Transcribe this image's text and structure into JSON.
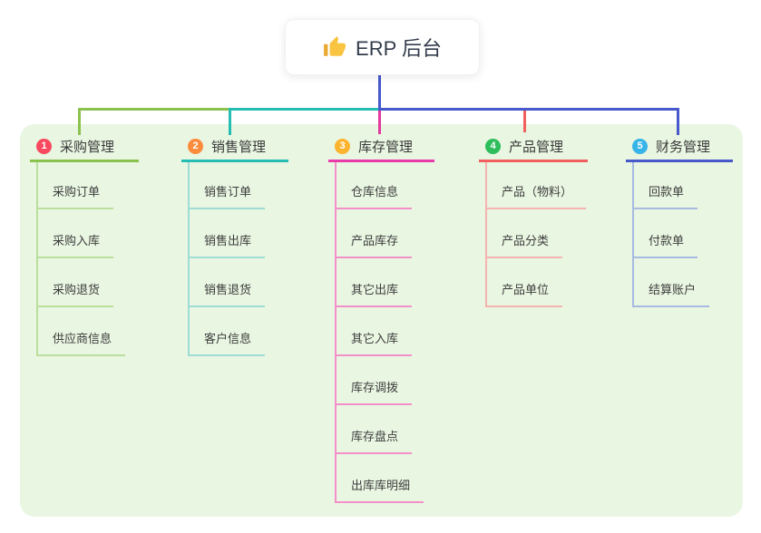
{
  "root": {
    "title": "ERP 后台",
    "icon": "thumbs-up"
  },
  "panel": {
    "background": "#e9f6e2"
  },
  "connectors": {
    "trunk_color": "#4759cb",
    "bus_segments": [
      {
        "name": "green",
        "color": "#8ac24d"
      },
      {
        "name": "teal",
        "color": "#26bdb2"
      },
      {
        "name": "blue",
        "color": "#4759cb"
      }
    ],
    "drops": [
      {
        "branch": "采购管理",
        "color": "#8ac24d"
      },
      {
        "branch": "销售管理",
        "color": "#26bdb2"
      },
      {
        "branch": "库存管理",
        "color": "#e23a9e"
      },
      {
        "branch": "产品管理",
        "color": "#f25f5f"
      },
      {
        "branch": "财务管理",
        "color": "#4759cb"
      }
    ]
  },
  "branches": [
    {
      "number": "1",
      "label": "采购管理",
      "badge_color": "#f8495f",
      "line_color": "#8ac24d",
      "child_line_color": "#badf9d",
      "children": [
        "采购订单",
        "采购入库",
        "采购退货",
        "供应商信息"
      ]
    },
    {
      "number": "2",
      "label": "销售管理",
      "badge_color": "#fc8c3d",
      "line_color": "#26bdb2",
      "child_line_color": "#9fdcd5",
      "children": [
        "销售订单",
        "销售出库",
        "销售退货",
        "客户信息"
      ]
    },
    {
      "number": "3",
      "label": "库存管理",
      "badge_color": "#fcb32d",
      "line_color": "#e93caa",
      "child_line_color": "#f490c9",
      "children": [
        "仓库信息",
        "产品库存",
        "其它出库",
        "其它入库",
        "库存调拨",
        "库存盘点",
        "出库库明细"
      ]
    },
    {
      "number": "4",
      "label": "产品管理",
      "badge_color": "#2ebd5b",
      "line_color": "#f25f5f",
      "child_line_color": "#f6b3af",
      "children": [
        "产品（物料）",
        "产品分类",
        "产品单位"
      ]
    },
    {
      "number": "5",
      "label": "财务管理",
      "badge_color": "#36b4e8",
      "line_color": "#4759cb",
      "child_line_color": "#a8bae1",
      "children": [
        "回款单",
        "付款单",
        "结算账户"
      ]
    }
  ]
}
